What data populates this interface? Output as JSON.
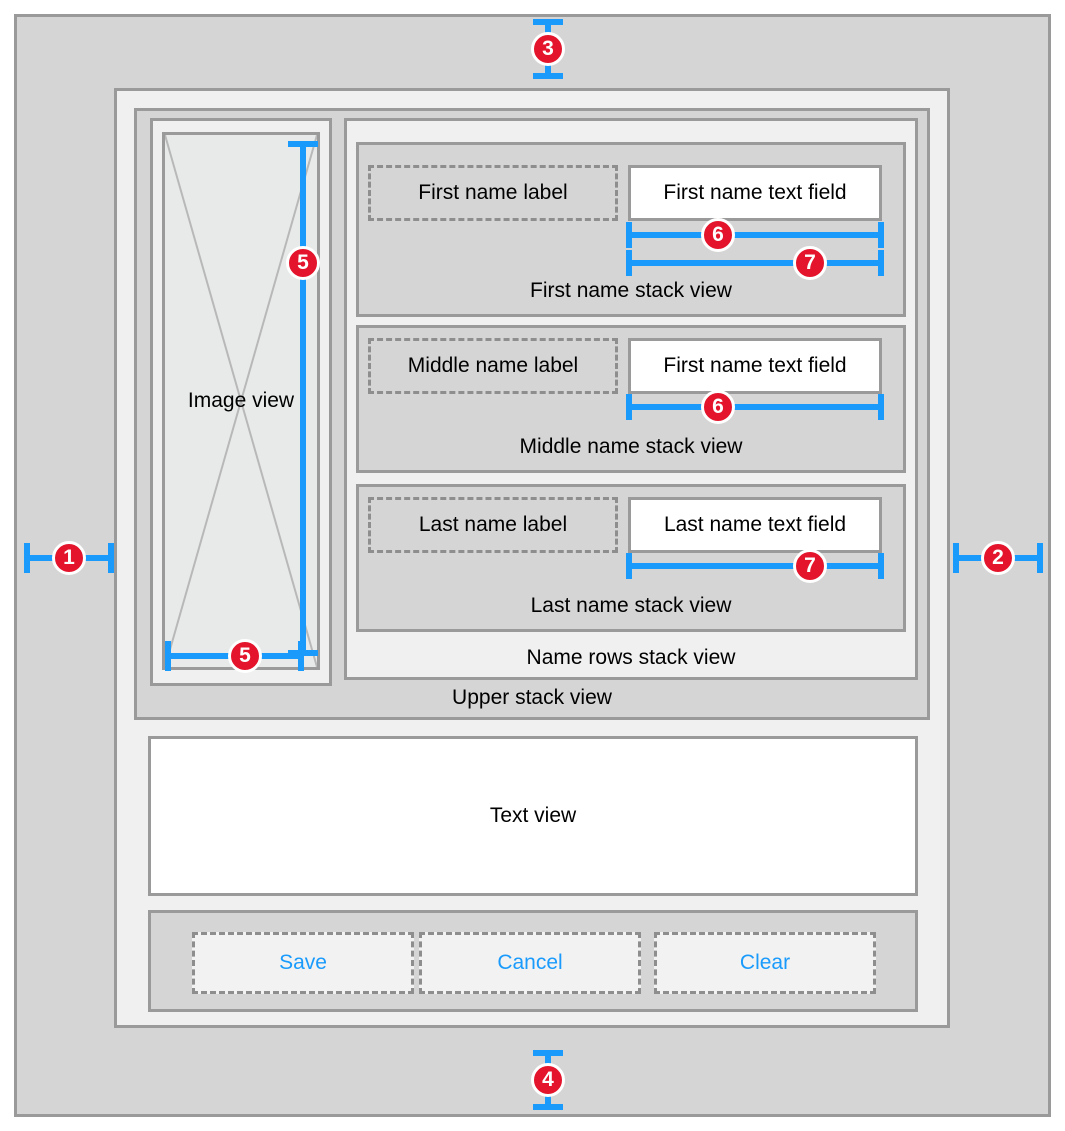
{
  "diagram": {
    "title": "Auto Layout stack view wireframe",
    "colors": {
      "accent_blue": "#1a9bfc",
      "badge_red": "#e3142b",
      "panel_gray": "#d5d5d5",
      "panel_light": "#f0f0f0",
      "border_gray": "#9a9a9a",
      "dashed_gray": "#8e8e8e",
      "image_fill": "#e8eaea"
    }
  },
  "outer": {
    "caption": ""
  },
  "upper_stack": {
    "caption": "Upper stack view"
  },
  "image_view": {
    "label": "Image view"
  },
  "name_rows_stack": {
    "caption": "Name rows stack view"
  },
  "rows": [
    {
      "caption": "First name stack view",
      "label": "First name label",
      "field": "First name text field",
      "markers": [
        "6",
        "7"
      ]
    },
    {
      "caption": "Middle name stack view",
      "label": "Middle name label",
      "field": "First name text field",
      "markers": [
        "6"
      ]
    },
    {
      "caption": "Last name stack view",
      "label": "Last name label",
      "field": "Last name text field",
      "markers": [
        "7"
      ]
    }
  ],
  "text_view": {
    "label": "Text view"
  },
  "buttons_stack": {
    "buttons": [
      {
        "label": "Save"
      },
      {
        "label": "Cancel"
      },
      {
        "label": "Clear"
      }
    ]
  },
  "constraint_markers": {
    "left_edge": "1",
    "right_edge": "2",
    "top_edge": "3",
    "bottom_edge": "4",
    "image_height": "5",
    "image_width": "5",
    "field_width_6": "6",
    "field_width_7": "7"
  }
}
